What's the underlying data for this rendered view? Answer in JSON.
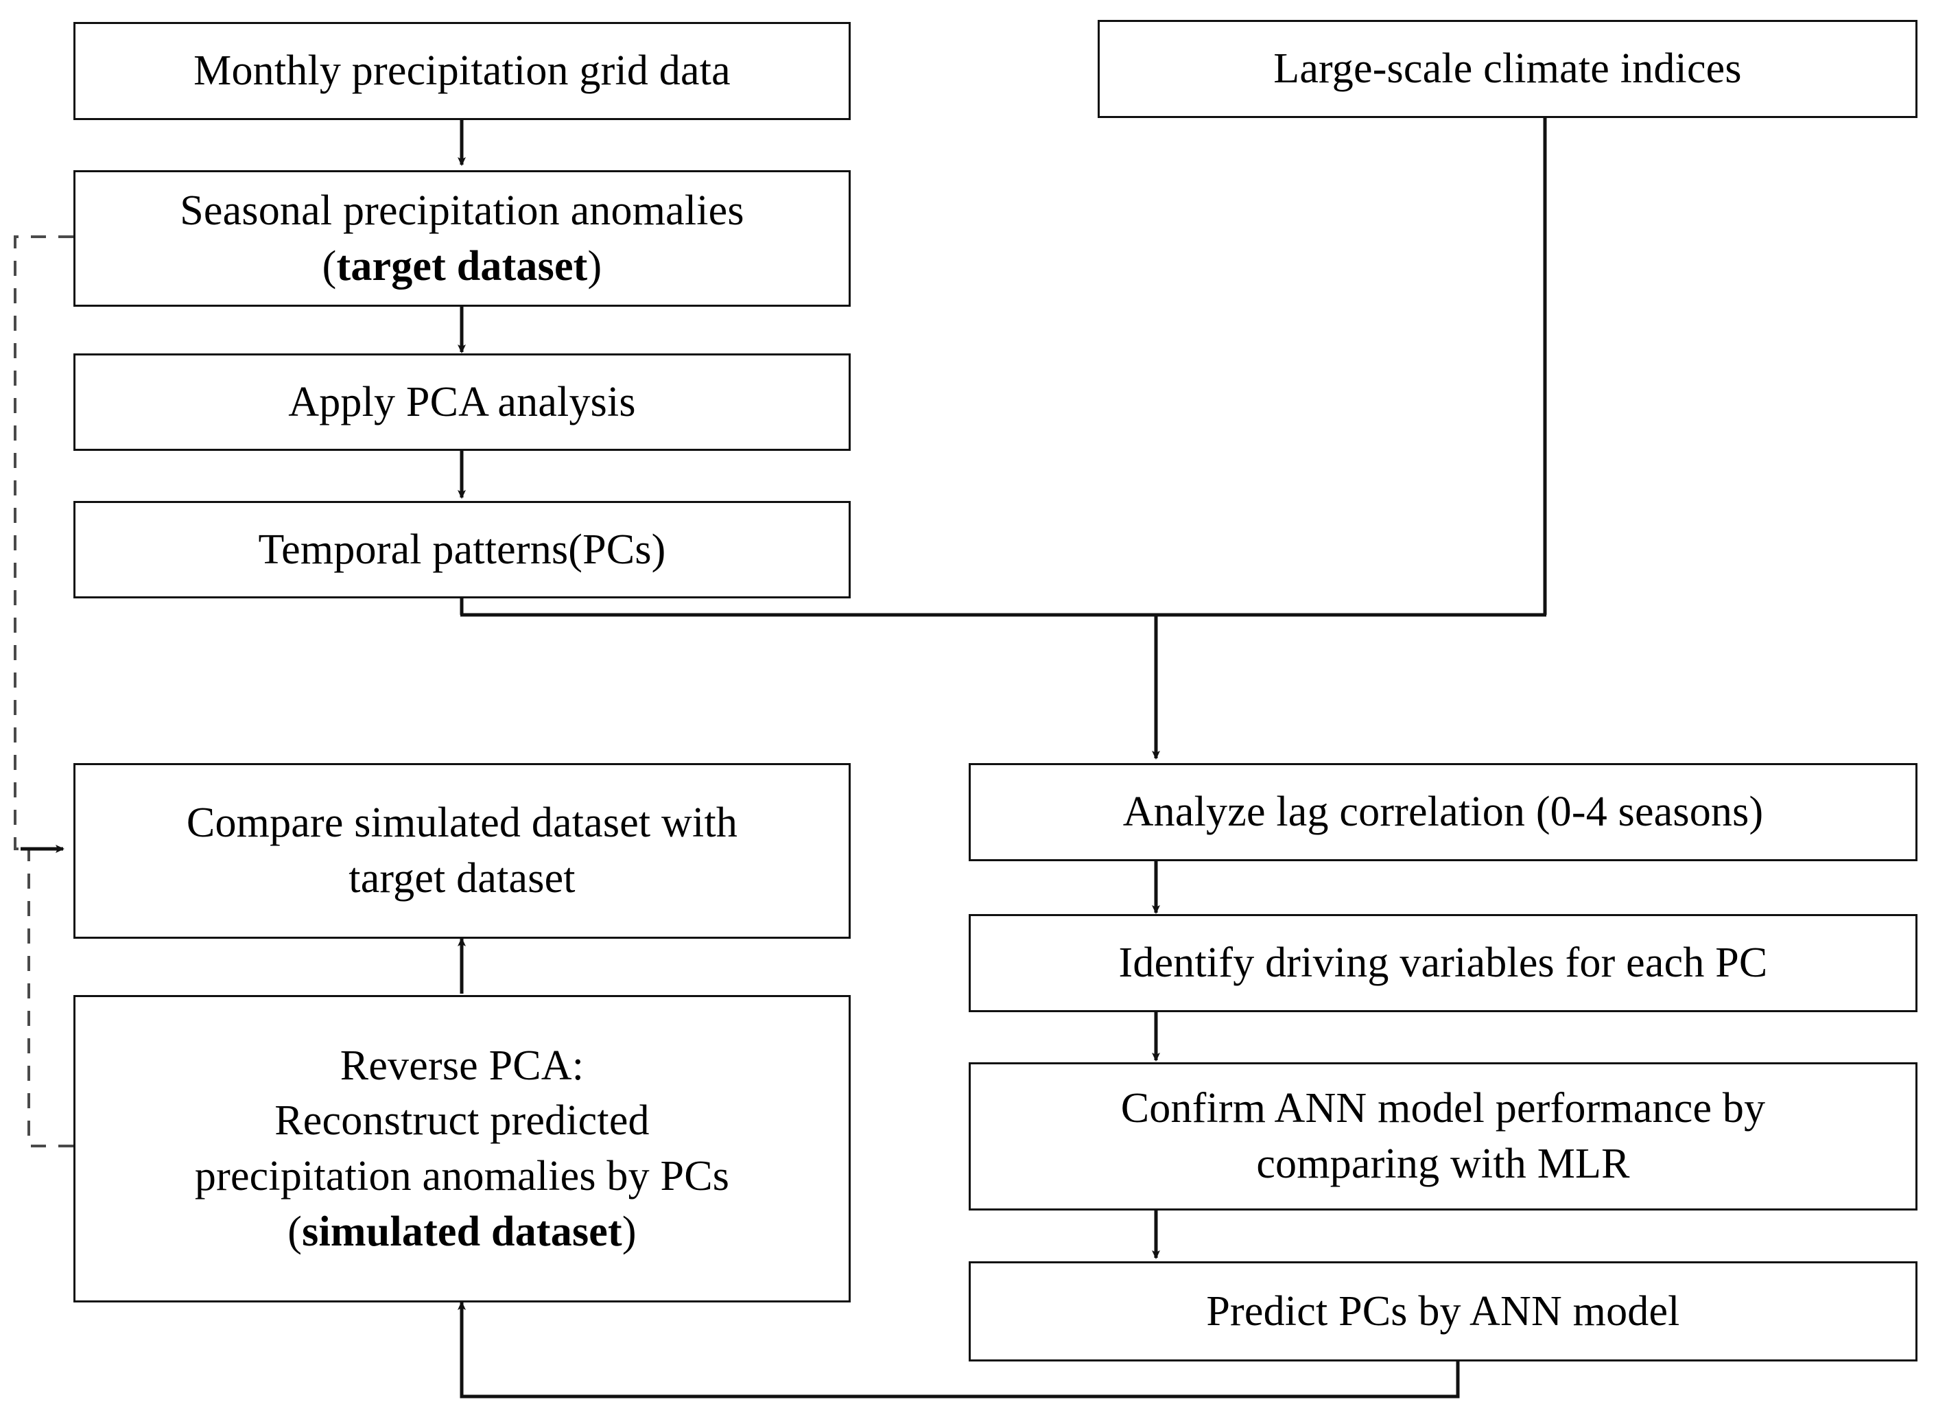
{
  "diagram": {
    "title": "Precipitation prediction methodology flowchart",
    "type": "flowchart",
    "background_color": "#ffffff",
    "line_color": "#111111",
    "nodes": [
      {
        "id": "monthly-precipitation-grid-data",
        "label": "Monthly precipitation grid data",
        "lines": [
          {
            "text": "Monthly precipitation grid data",
            "bold": false
          }
        ]
      },
      {
        "id": "seasonal-precipitation-anomalies",
        "label": "Seasonal precipitation anomalies (target dataset)",
        "lines": [
          {
            "text": "Seasonal precipitation anomalies",
            "bold": false
          },
          {
            "text": "(target dataset)",
            "bold": true,
            "parens": true
          }
        ]
      },
      {
        "id": "apply-pca-analysis",
        "label": "Apply PCA analysis",
        "lines": [
          {
            "text": "Apply PCA analysis",
            "bold": false
          }
        ]
      },
      {
        "id": "temporal-patterns-pcs",
        "label": "Temporal patterns(PCs)",
        "lines": [
          {
            "text": "Temporal patterns(PCs)",
            "bold": false
          }
        ]
      },
      {
        "id": "large-scale-climate-indices",
        "label": "Large-scale climate indices",
        "lines": [
          {
            "text": "Large-scale climate indices",
            "bold": false
          }
        ]
      },
      {
        "id": "analyze-lag-correlation",
        "label": "Analyze lag correlation (0-4 seasons)",
        "lines": [
          {
            "text": "Analyze lag correlation (0-4 seasons)",
            "bold": false
          }
        ]
      },
      {
        "id": "identify-driving-variables",
        "label": "Identify driving variables for each PC",
        "lines": [
          {
            "text": "Identify driving variables for each PC",
            "bold": false
          }
        ]
      },
      {
        "id": "confirm-ann-model-performance",
        "label": "Confirm ANN model performance by comparing with MLR",
        "lines": [
          {
            "text": "Confirm ANN model performance by",
            "bold": false
          },
          {
            "text": "comparing with MLR",
            "bold": false
          }
        ]
      },
      {
        "id": "predict-pcs-by-ann-model",
        "label": "Predict PCs by ANN model",
        "lines": [
          {
            "text": "Predict PCs by ANN model",
            "bold": false
          }
        ]
      },
      {
        "id": "compare-simulated-with-target",
        "label": "Compare simulated dataset with target dataset",
        "lines": [
          {
            "text": "Compare simulated dataset with",
            "bold": false
          },
          {
            "text": "target dataset",
            "bold": false
          }
        ]
      },
      {
        "id": "reverse-pca-reconstruct",
        "label": "Reverse PCA: Reconstruct predicted precipitation anomalies by PCs (simulated dataset)",
        "lines": [
          {
            "text": "Reverse PCA:",
            "bold": false
          },
          {
            "text": "Reconstruct predicted",
            "bold": false
          },
          {
            "text": "precipitation anomalies by PCs",
            "bold": false
          },
          {
            "text": "(simulated dataset)",
            "bold": true,
            "parens": true
          }
        ]
      }
    ],
    "edges": [
      {
        "from": "monthly-precipitation-grid-data",
        "to": "seasonal-precipitation-anomalies",
        "style": "solid",
        "arrow": true
      },
      {
        "from": "seasonal-precipitation-anomalies",
        "to": "apply-pca-analysis",
        "style": "solid",
        "arrow": true
      },
      {
        "from": "apply-pca-analysis",
        "to": "temporal-patterns-pcs",
        "style": "solid",
        "arrow": true
      },
      {
        "from": "temporal-patterns-pcs",
        "to": "analyze-lag-correlation",
        "style": "solid",
        "arrow": true,
        "routing": "elbow-merge"
      },
      {
        "from": "large-scale-climate-indices",
        "to": "analyze-lag-correlation",
        "style": "solid",
        "arrow": true,
        "routing": "elbow-merge"
      },
      {
        "from": "analyze-lag-correlation",
        "to": "identify-driving-variables",
        "style": "solid",
        "arrow": true
      },
      {
        "from": "identify-driving-variables",
        "to": "confirm-ann-model-performance",
        "style": "solid",
        "arrow": true
      },
      {
        "from": "confirm-ann-model-performance",
        "to": "predict-pcs-by-ann-model",
        "style": "solid",
        "arrow": true
      },
      {
        "from": "predict-pcs-by-ann-model",
        "to": "reverse-pca-reconstruct",
        "style": "solid",
        "arrow": true,
        "routing": "bottom-loop"
      },
      {
        "from": "reverse-pca-reconstruct",
        "to": "compare-simulated-with-target",
        "style": "solid",
        "arrow": true
      },
      {
        "from": "seasonal-precipitation-anomalies",
        "to": "compare-simulated-with-target",
        "style": "dashed",
        "arrow": true,
        "routing": "left-rail"
      },
      {
        "from": "reverse-pca-reconstruct",
        "to": "compare-simulated-with-target",
        "style": "dashed",
        "arrow": true,
        "routing": "left-rail"
      }
    ]
  }
}
